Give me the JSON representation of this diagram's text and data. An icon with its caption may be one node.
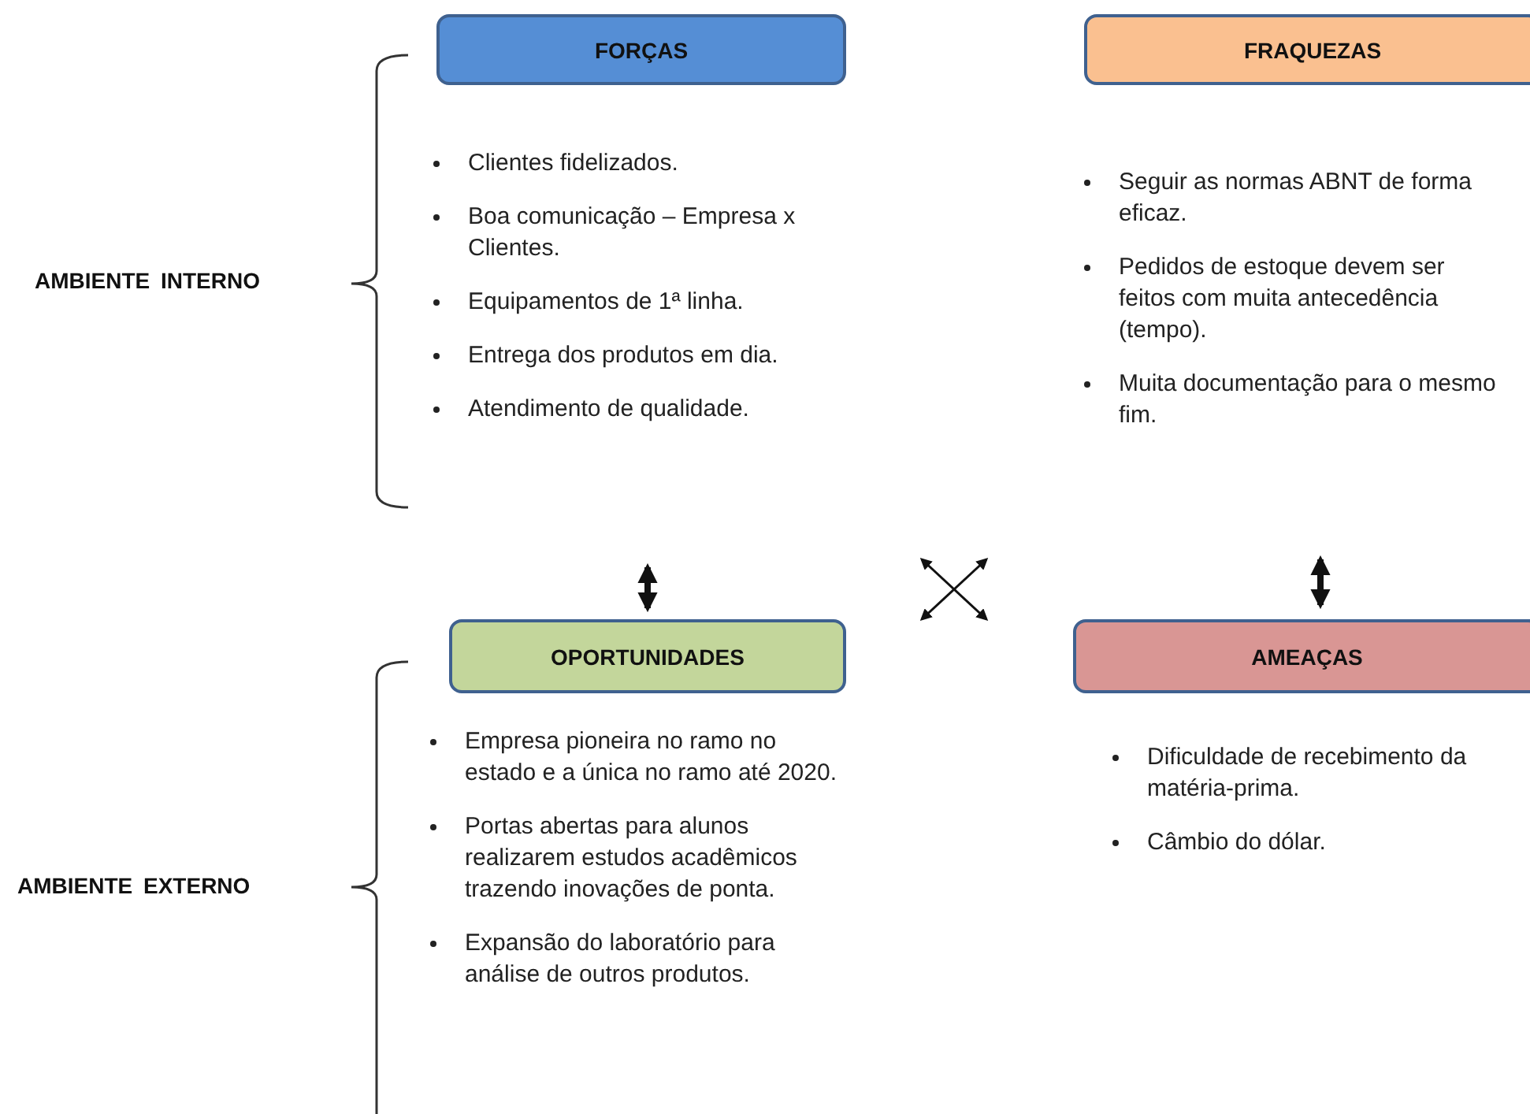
{
  "diagram": {
    "nodes": [
      {
        "text": [
          "FORÇAS"
        ],
        "beside": [
          "Clientes fidelizados.",
          "Boa comunicação – Empresa x Clientes.",
          "Equipamentos de 1ª linha.",
          "Entrega dos produtos em dia.",
          "Atendimento de qualidade."
        ]
      },
      {
        "text": [
          "FRAQUEZAS"
        ],
        "beside": [
          "Seguir as normas ABNT de forma eficaz.",
          "Pedidos de estoque devem ser feitos com muita antecedência (tempo).",
          "Muita documentação para o mesmo fim."
        ]
      },
      {
        "text": [
          "OPORTUNIDADES"
        ],
        "beside": [
          "Empresa pioneira no ramo no estado e a única no ramo até 2020.",
          "Portas abertas para alunos realizarem estudos acadêmicos trazendo inovações de ponta.",
          "Expansão do laboratório para análise de outros produtos."
        ]
      },
      {
        "text": [
          "AMEAÇAS"
        ],
        "beside": [
          "Dificuldade de recebimento da matéria-prima.",
          "Câmbio do dólar."
        ]
      }
    ],
    "labels": [
      "AMBIENTE INTERNO",
      "AMBIENTE EXTERNO"
    ]
  }
}
